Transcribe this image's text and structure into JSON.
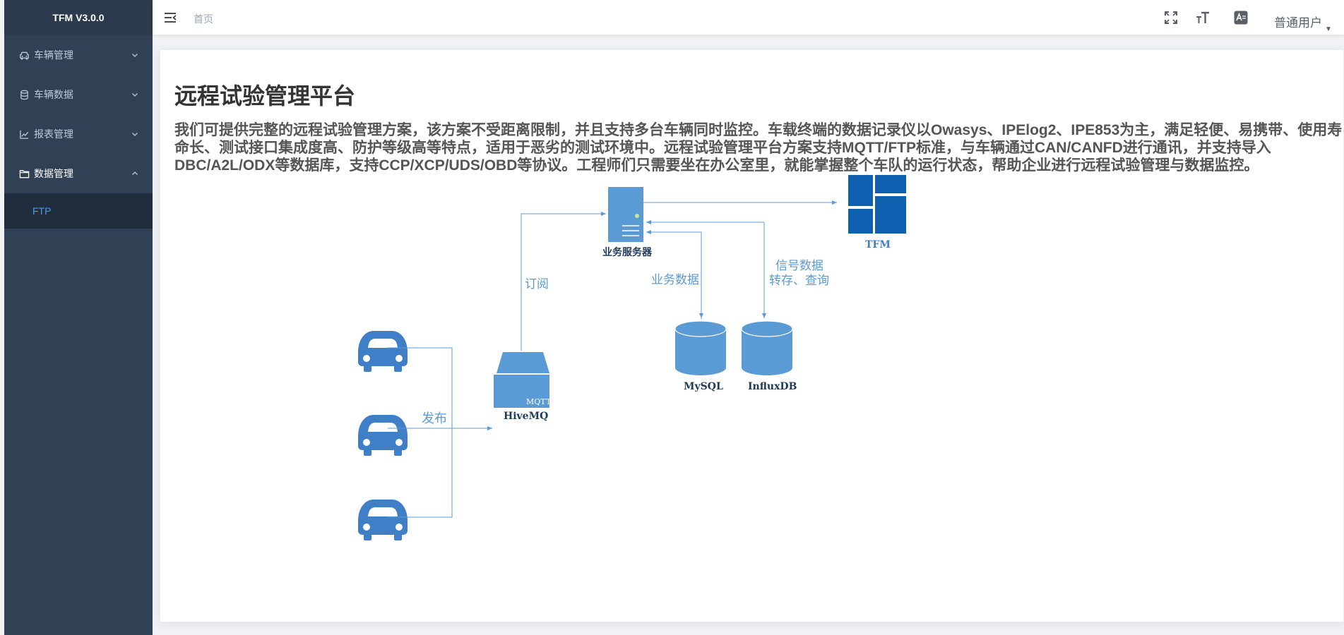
{
  "app": {
    "title": "TFM V3.0.0"
  },
  "sidebar": {
    "items": [
      {
        "label": "车辆管理",
        "icon": "car-icon",
        "expanded": false
      },
      {
        "label": "车辆数据",
        "icon": "database-icon",
        "expanded": false
      },
      {
        "label": "报表管理",
        "icon": "chart-icon",
        "expanded": false
      },
      {
        "label": "数据管理",
        "icon": "folder-icon",
        "expanded": true
      }
    ],
    "submenu": [
      {
        "label": "FTP",
        "active": true
      }
    ]
  },
  "header": {
    "breadcrumb": "首页",
    "icons": [
      "fullscreen-icon",
      "font-size-icon",
      "translate-icon"
    ],
    "user": "普通用户"
  },
  "main": {
    "title": "远程试验管理平台",
    "description": "我们可提供完整的远程试验管理方案，该方案不受距离限制，并且支持多台车辆同时监控。车载终端的数据记录仪以Owasys、IPElog2、IPE853为主，满足轻便、易携带、使用寿命长、测试接口集成度高、防护等级高等特点，适用于恶劣的测试环境中。远程试验管理平台方案支持MQTT/FTP标准，与车辆通过CAN/CANFD进行通讯，并支持导入DBC/A2L/ODX等数据库，支持CCP/XCP/UDS/OBD等协议。工程师们只需要坐在办公室里，就能掌握整个车队的运行状态，帮助企业进行远程试验管理与数据监控。"
  },
  "diagram": {
    "publish": "发布",
    "subscribe": "订阅",
    "hivemq": "HiveMQ",
    "mqtt": "MQTT",
    "server": "业务服务器",
    "tfm": "TFM",
    "business_data": "业务数据",
    "signal_line1": "信号数据",
    "signal_line2": "转存、查询",
    "mysql": "MySQL",
    "influxdb": "InfluxDB"
  },
  "colors": {
    "sidebar_bg": "#304156",
    "accent": "#409eff",
    "diagram_blue": "#5b9bd5",
    "car_blue": "#3f7fc7",
    "tfm_blue": "#0f5fb0"
  }
}
